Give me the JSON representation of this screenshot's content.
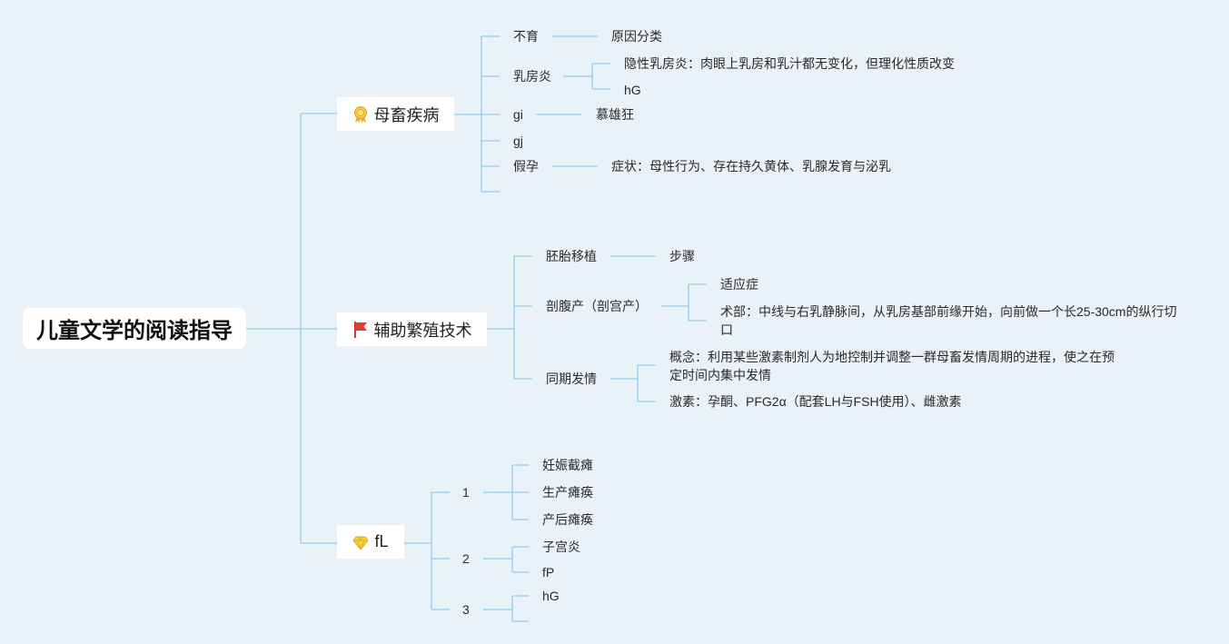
{
  "root": {
    "title": "儿童文学的阅读指导"
  },
  "branches": [
    {
      "label": "母畜疾病",
      "icon": "ribbon-medal-icon",
      "children": [
        {
          "label": "不育",
          "children": [
            "原因分类"
          ]
        },
        {
          "label": "乳房炎",
          "children": [
            "隐性乳房炎：肉眼上乳房和乳汁都无变化，但理化性质改变",
            "hG"
          ]
        },
        {
          "label": "gi",
          "children": [
            "慕雄狂"
          ]
        },
        {
          "label": "gj",
          "children": []
        },
        {
          "label": "假孕",
          "children": [
            "症状：母性行为、存在持久黄体、乳腺发育与泌乳"
          ]
        },
        {
          "label": "",
          "children": []
        }
      ]
    },
    {
      "label": "辅助繁殖技术",
      "icon": "red-flag-icon",
      "children": [
        {
          "label": "胚胎移植",
          "children": [
            "步骤"
          ]
        },
        {
          "label": "剖腹产（剖宫产）",
          "children": [
            "适应症",
            "术部：中线与右乳静脉间，从乳房基部前缘开始，向前做一个长25-30cm的纵行切口"
          ]
        },
        {
          "label": "同期发情",
          "children": [
            "概念：利用某些激素制剂人为地控制并调整一群母畜发情周期的进程，使之在预定时间内集中发情",
            "激素：孕酮、PFG2α（配套LH与FSH使用）、雌激素"
          ]
        }
      ]
    },
    {
      "label": "fL",
      "icon": "diamond-icon",
      "children": [
        {
          "label": "1",
          "children": [
            "妊娠截瘫",
            "生产瘫痪",
            "产后瘫痪"
          ]
        },
        {
          "label": "2",
          "children": [
            "子宫炎",
            "fP"
          ]
        },
        {
          "label": "3",
          "children": [
            "hG",
            ""
          ]
        }
      ]
    }
  ],
  "colors": {
    "line": "#9fd2ec",
    "background": "#e9f1f9",
    "node_bg": "#ffffff"
  }
}
